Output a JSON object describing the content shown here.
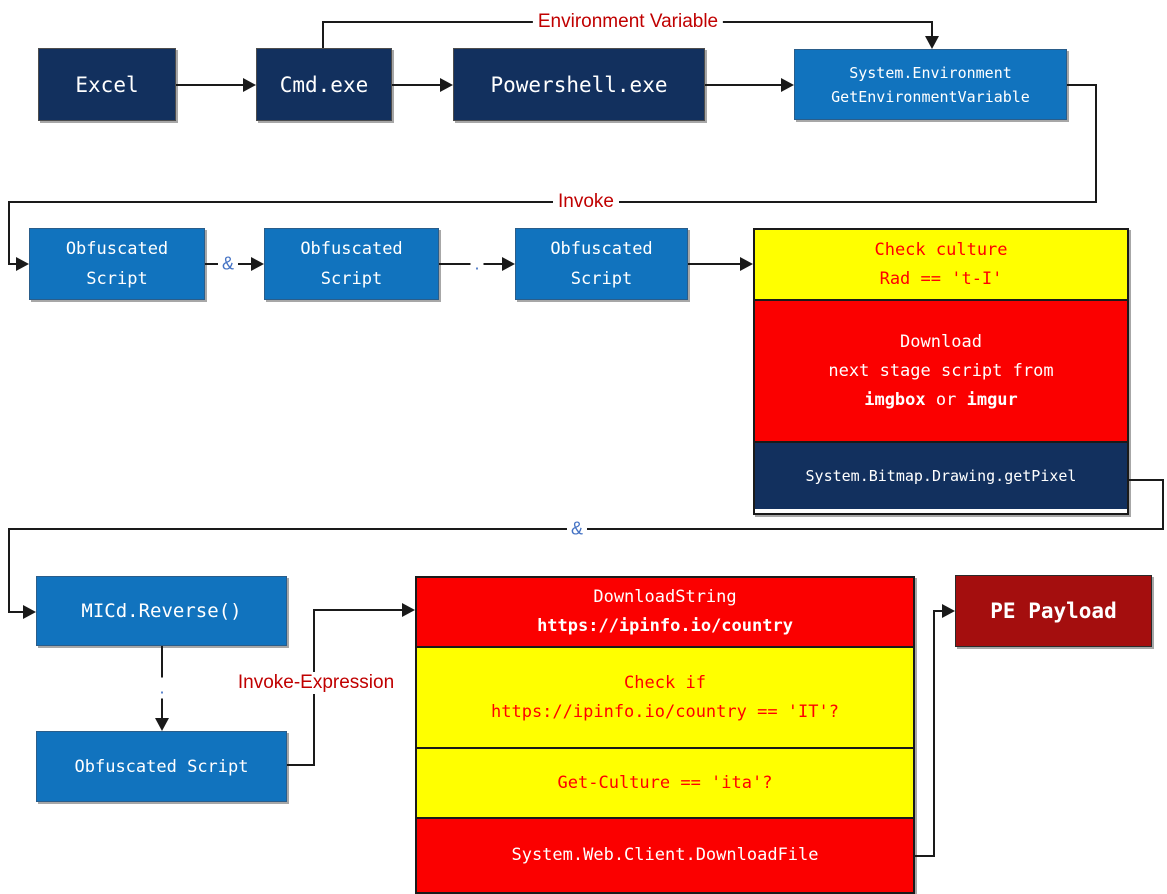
{
  "diagram": {
    "type": "flowchart",
    "topic": "malware infection chain",
    "colors": {
      "navy_box": "#12305e",
      "blue_box": "#1173be",
      "yellow_box": "#ffff00",
      "red_box": "#fb0000",
      "dark_red_box": "#a40e0e",
      "edge_label_red": "#c00000",
      "glyph_label_blue": "#4472c4",
      "line_black": "#1a1a1a"
    },
    "nodes": {
      "excel": {
        "label": "Excel"
      },
      "cmd": {
        "label": "Cmd.exe"
      },
      "powershell": {
        "label": "Powershell.exe"
      },
      "sysenv": {
        "line1": "System.Environment",
        "line2": "GetEnvironmentVariable"
      },
      "obf1": {
        "line1": "Obfuscated",
        "line2": "Script"
      },
      "obf2": {
        "line1": "Obfuscated",
        "line2": "Script"
      },
      "obf3": {
        "line1": "Obfuscated",
        "line2": "Script"
      },
      "check_culture": {
        "line1": "Check culture",
        "line2": "Rad == 't-I'"
      },
      "download": {
        "line1": "Download",
        "line2": "next stage script from",
        "bold1": "imgbox",
        "mid": " or ",
        "bold2": "imgur"
      },
      "getpixel": {
        "label": "System.Bitmap.Drawing.getPixel"
      },
      "micd": {
        "label": "MICd.Reverse()"
      },
      "obf4": {
        "label": "Obfuscated Script"
      },
      "downloadstring": {
        "line1": "DownloadString",
        "line2": "https://ipinfo.io/country"
      },
      "check_if": {
        "line1": "Check if",
        "line2": "https://ipinfo.io/country == 'IT'?"
      },
      "get_culture": {
        "label": "Get-Culture == 'ita'?"
      },
      "downloadfile": {
        "label": "System.Web.Client.DownloadFile"
      },
      "pe_payload": {
        "label": "PE Payload"
      }
    },
    "edge_labels": {
      "environment_variable": "Environment Variable",
      "invoke": "Invoke",
      "amp1": "&",
      "dot1": ".",
      "amp2": "&",
      "dot2": ".",
      "invoke_expression": "Invoke-Expression"
    }
  }
}
